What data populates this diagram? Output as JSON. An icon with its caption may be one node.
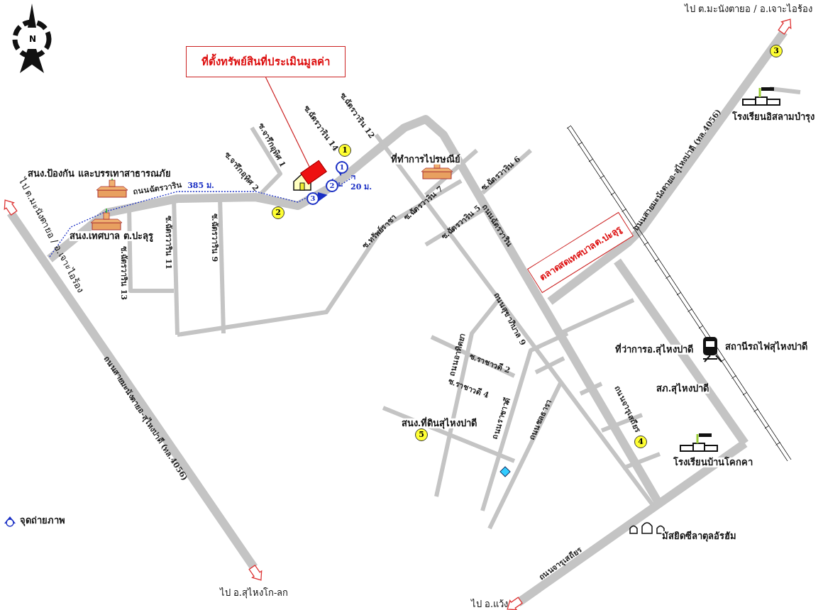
{
  "diagram": {
    "nodes": [
      {
        "text": [
          "ที่ตั้งทรัพย์สินที่ประเมินมูลค่า"
        ]
      },
      {
        "text": [],
        "shape": "box"
      },
      {
        "text": [
          "ตลาดสดเทศบาลต.ปะลุรู"
        ]
      }
    ],
    "edges": [
      {
        "from": 0,
        "to": 1,
        "arrow": "none"
      }
    ],
    "labels": [
      "N",
      "ไป ต.มะนังตายอ / อ.เจาะไอร้อง",
      "3",
      "โรงเรียนอิสลามบำรุง",
      "ซ.ฉัตรวาริน 12",
      "ซ.ฉัตรวาริน 14",
      "ซ.จารึกอุทิศ 1",
      "1",
      "ซ.จารึกอุทิศ 2",
      "สนง.ป้องกัน และบรรเทาสาธารณภัย",
      "ที่ทำการไปรษณีย์",
      "1",
      "2",
      "3",
      "20 ม.",
      "385 ม.",
      "ถนนฉัตรวาริน",
      "2",
      "ซ.ฉัตรวาริน 7",
      "ซ.ฉัตรวาริน 6",
      "ซ.ฉัตรวาริน 5",
      "ไป ต.มะนังตายอ / อ.เจาะไอร้อง",
      "สนง.เทศบาล ต.ปะลุรู",
      "ซ.ฉัตรวาริน 13",
      "ซ.ฉัตรวาริน 11",
      "ซ.ฉัตรวาริน 9",
      "ซ.ทรัพย์ราชา",
      "ถนนฉัตรวาริน",
      "ถนนสายมะนังตายอ-สุไหงปาดี (ทล.4056)",
      "ถนนสุขาภิบาล 9",
      "ที่ว่าการอ.สุไหงปาดี",
      "สถานีรถไฟสุไหงปาดี",
      "ซ.ราชาวดี 2",
      "ถนนอาทิตยา",
      "ซ.ราชาวดี 4",
      "ถนนราชาวดี",
      "สภ.สุไหงปาดี",
      "ถนนจารุเสถียร",
      "ถนนชลธารา",
      "สนง.ที่ดินสุไหงปาดี",
      "5",
      "4",
      "โรงเรียนบ้านโคกคา",
      "ถนนสายมะนังตายอ-สุไหงปาดี (ทล.4056)",
      "มัสยิดซีลาตุลอัรฮัม",
      "ถนนจารุเสถียร",
      "ไป อ.สุไหงโก-ลก",
      "ไป อ.แว้ง"
    ],
    "legend": [
      {
        "text": "จุดถ่ายภาพ"
      }
    ]
  }
}
